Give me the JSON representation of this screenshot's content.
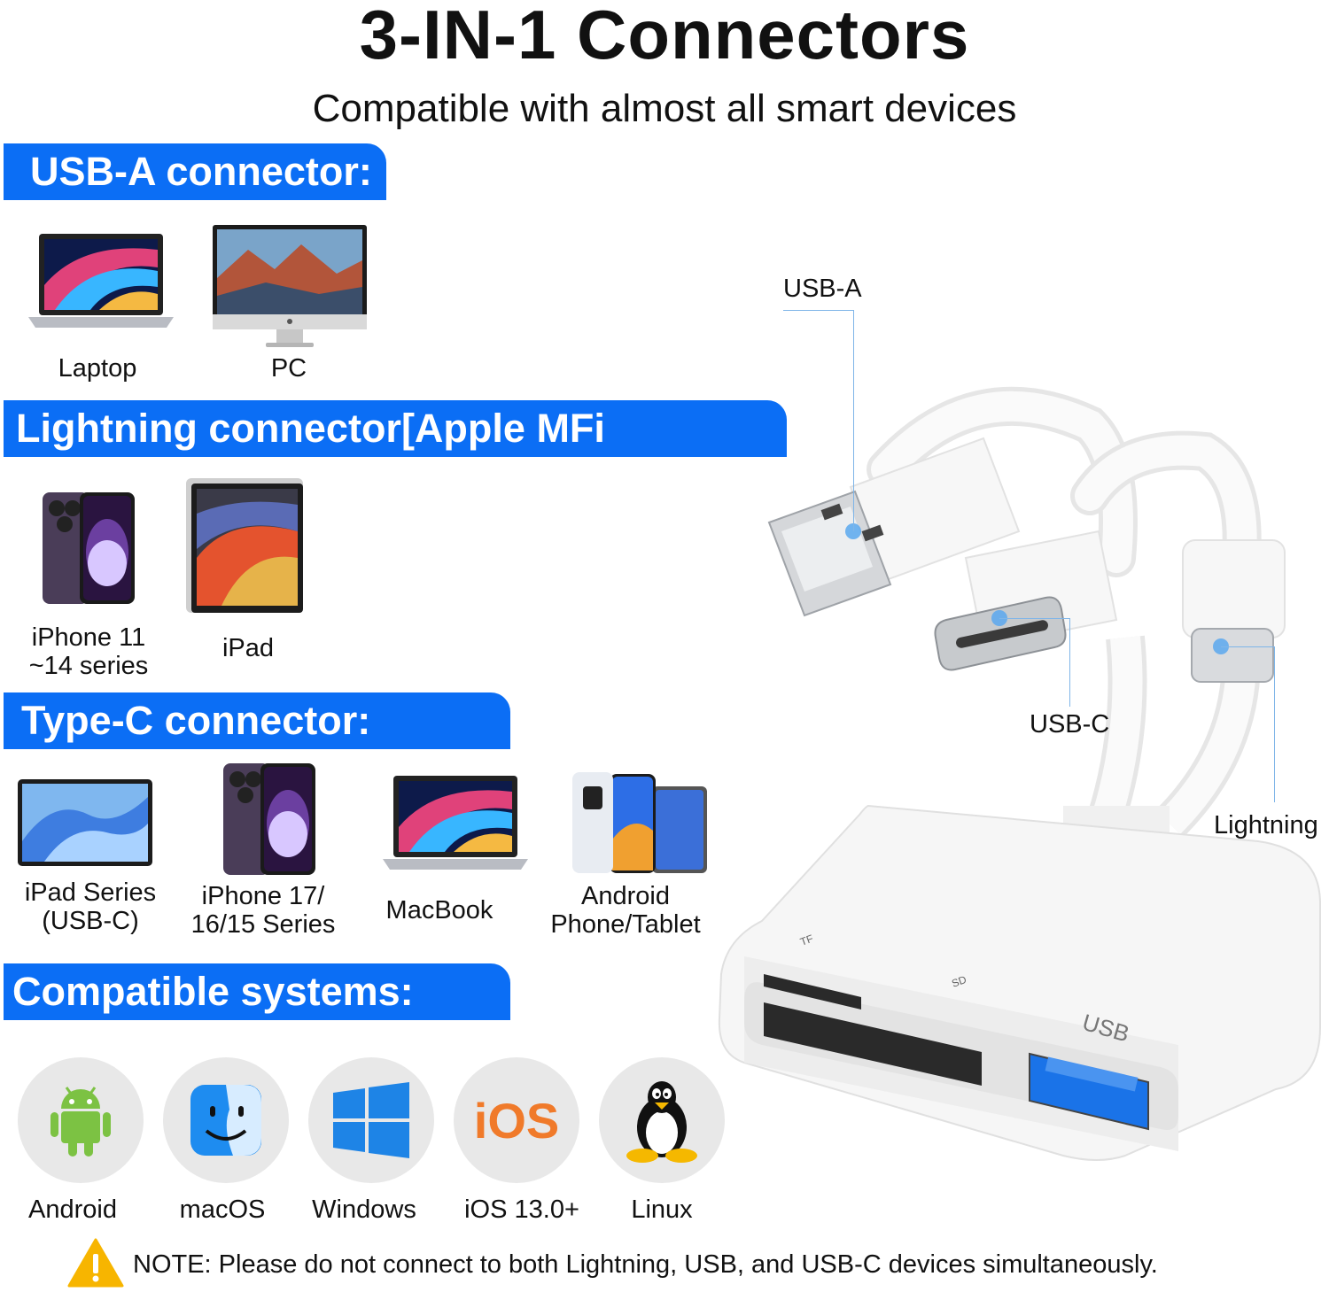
{
  "header": {
    "title": "3-IN-1 Connectors",
    "subtitle": "Compatible with almost all smart devices"
  },
  "sections": {
    "usba": {
      "heading": "USB-A connector:",
      "devices": [
        "Laptop",
        "PC"
      ]
    },
    "lightning": {
      "heading": "Lightning connector[Apple MFi Certified]:",
      "devices": [
        "iPhone 11\n~14 series",
        "iPad"
      ]
    },
    "typec": {
      "heading": "Type-C connector:",
      "devices": [
        "iPad Series\n(USB-C)",
        "iPhone 17/\n16/15 Series",
        "MacBook",
        "Android\nPhone/Tablet"
      ]
    },
    "systems": {
      "heading": "Compatible systems:",
      "items": [
        "Android",
        "macOS",
        "Windows",
        "iOS 13.0+",
        "Linux"
      ],
      "ios_logo_text": "iOS"
    }
  },
  "product": {
    "callouts": {
      "usba": "USB-A",
      "usbc": "USB-C",
      "lightning": "Lightning"
    },
    "ports": {
      "tf": "TF",
      "sd": "SD",
      "usb": "USB"
    }
  },
  "note": {
    "text": "NOTE: Please do not connect to both Lightning, USB, and USB-C devices simultaneously."
  },
  "colors": {
    "accent": "#0b6ef5",
    "usb_blue": "#1a73e8",
    "warning": "#f7b500"
  }
}
